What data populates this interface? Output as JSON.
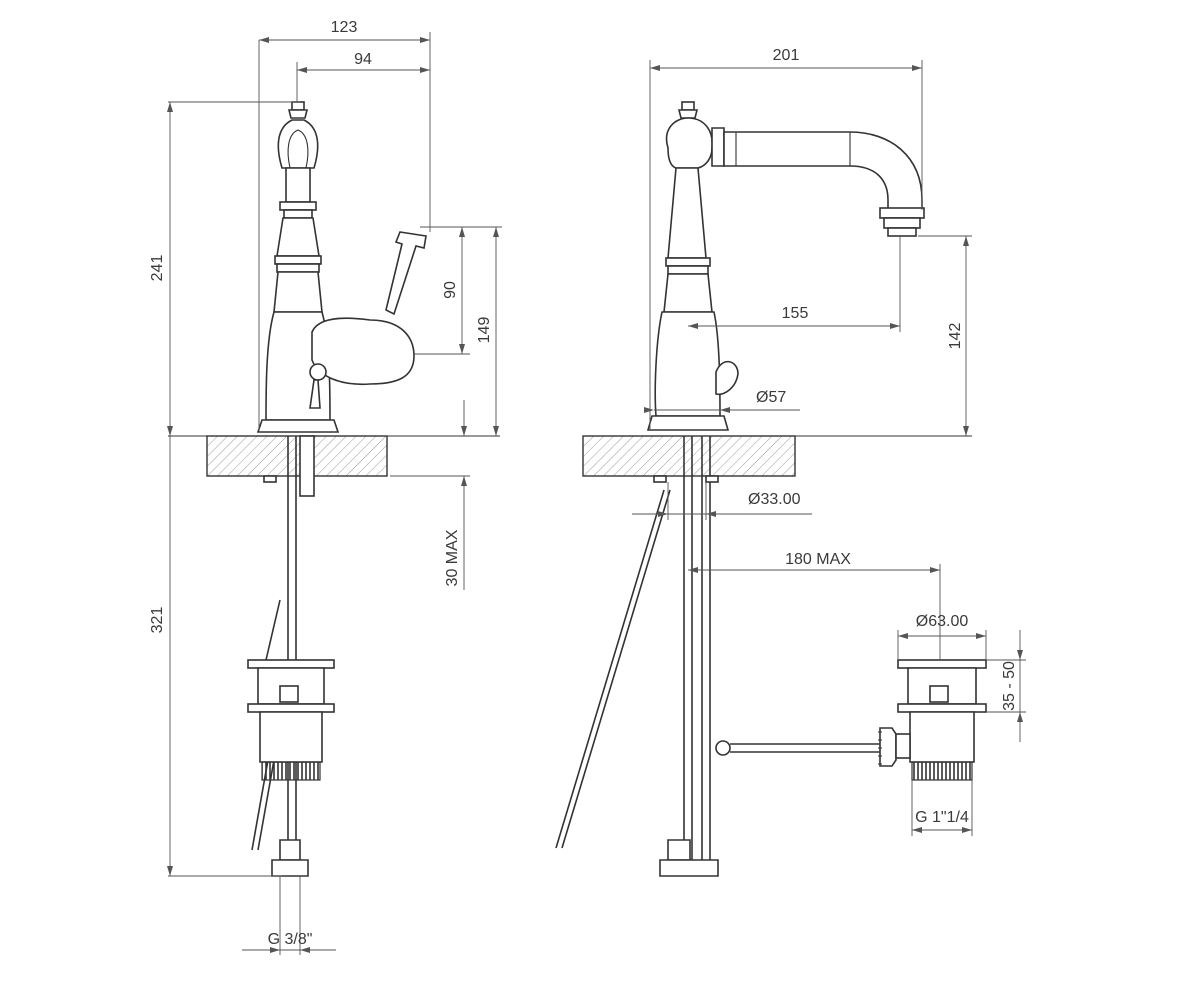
{
  "dimensions": {
    "d123": "123",
    "d94": "94",
    "d241": "241",
    "d90": "90",
    "d149": "149",
    "d321": "321",
    "d30max": "30 MAX",
    "g38": "G 3/8\"",
    "d201": "201",
    "d155": "155",
    "d142": "142",
    "d57": "Ø57",
    "d33": "Ø33.00",
    "d180max": "180 MAX",
    "d63": "Ø63.00",
    "d3550": "35 - 50",
    "g114": "G 1\"1/4"
  },
  "colors": {
    "line": "#333333",
    "dimension": "#555555",
    "background": "#ffffff"
  }
}
